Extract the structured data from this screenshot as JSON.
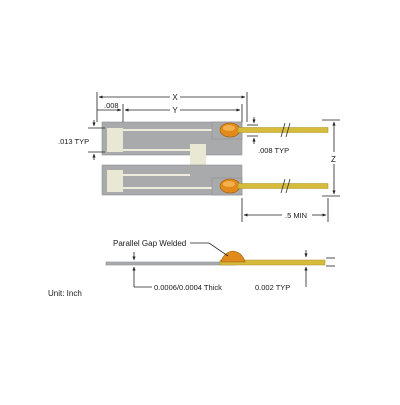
{
  "labels": {
    "x": "X",
    "y": "Y",
    "z": "Z",
    "dim_008": ".008",
    "dim_013_typ": ".013 TYP",
    "dim_008_typ": ".008 TYP",
    "dim_5_min": ".5 MIN",
    "parallel_gap_welded": "Parallel Gap Welded",
    "thickness": "0.0006/0.0004 Thick",
    "dim_0002_typ": "0.002 TYP",
    "unit": "Unit: Inch"
  },
  "colors": {
    "backing": "#a9aaac",
    "backing_edge": "#8e8f92",
    "grid_pad": "#e9e8d5",
    "solder": "#e08a1c",
    "solder_dark": "#9a5a0c",
    "lead_wire": "#d6bb3d",
    "lead_wire_edge": "#a88f22",
    "dimension_line": "#222222"
  }
}
